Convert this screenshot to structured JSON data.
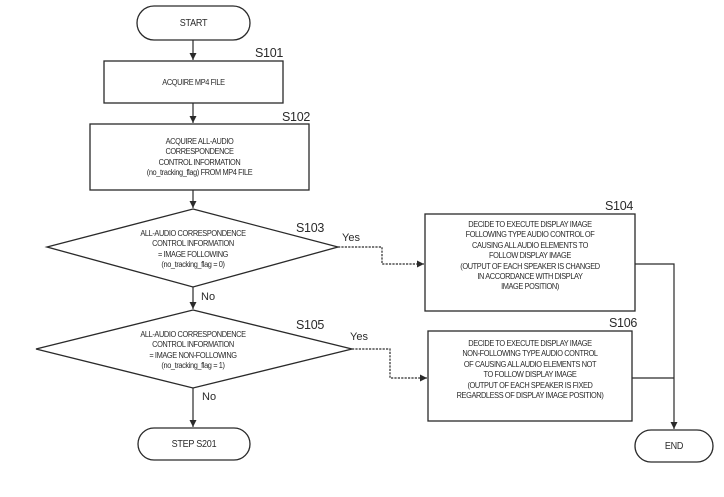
{
  "flowchart": {
    "start": {
      "label": "START"
    },
    "s101": {
      "step": "S101",
      "label": "ACQUIRE MP4 FILE"
    },
    "s102": {
      "step": "S102",
      "label": "ACQUIRE ALL-AUDIO\nCORRESPONDENCE\nCONTROL INFORMATION\n(no_tracking_flag) FROM MP4 FILE"
    },
    "s103": {
      "step": "S103",
      "label": "ALL-AUDIO CORRESPONDENCE\nCONTROL INFORMATION\n= IMAGE FOLLOWING\n(no_tracking_flag = 0)",
      "yes": "Yes",
      "no": "No"
    },
    "s104": {
      "step": "S104",
      "label": "DECIDE TO EXECUTE DISPLAY IMAGE\nFOLLOWING TYPE AUDIO CONTROL OF\nCAUSING ALL AUDIO ELEMENTS TO\nFOLLOW DISPLAY IMAGE\n(OUTPUT OF EACH SPEAKER IS CHANGED\nIN ACCORDANCE WITH DISPLAY\nIMAGE POSITION)"
    },
    "s105": {
      "step": "S105",
      "label": "ALL-AUDIO CORRESPONDENCE\nCONTROL INFORMATION\n= IMAGE NON-FOLLOWING\n(no_tracking_flag = 1)",
      "yes": "Yes",
      "no": "No"
    },
    "s106": {
      "step": "S106",
      "label": "DECIDE TO EXECUTE DISPLAY IMAGE\nNON-FOLLOWING TYPE AUDIO CONTROL\nOF CAUSING ALL AUDIO ELEMENTS NOT\nTO FOLLOW DISPLAY IMAGE\n(OUTPUT OF EACH SPEAKER IS FIXED\nREGARDLESS OF DISPLAY IMAGE POSITION)"
    },
    "step_s201": {
      "label": "STEP S201"
    },
    "end": {
      "label": "END"
    }
  }
}
